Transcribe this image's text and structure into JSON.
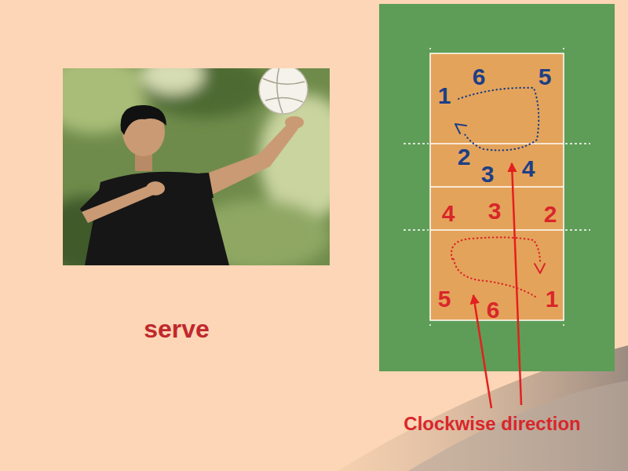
{
  "diagram": {
    "labels": [
      "serve",
      "1",
      "6",
      "5",
      "2",
      "3",
      "4",
      "4",
      "3",
      "2",
      "5",
      "6",
      "1",
      "Clockwise direction"
    ]
  }
}
